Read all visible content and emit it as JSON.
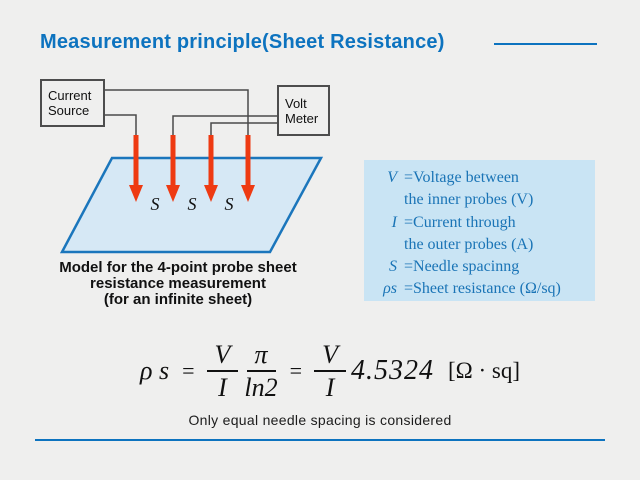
{
  "title": "Measurement principle(Sheet Resistance)",
  "diagram": {
    "current_source_line1": "Current",
    "current_source_line2": "Source",
    "volt_meter_line1": "Volt",
    "volt_meter_line2": "Meter",
    "s_labels": [
      "S",
      "S",
      "S"
    ],
    "caption_line1": "Model for the 4-point probe sheet",
    "caption_line2": "resistance measurement",
    "caption_line3": "(for an infinite sheet)"
  },
  "legend": {
    "rows": [
      {
        "sym": "V",
        "text": "=Voltage between"
      },
      {
        "sym": "",
        "text": "the inner probes  (V)"
      },
      {
        "sym": "I",
        "text": "=Current through"
      },
      {
        "sym": "",
        "text": "the outer  probes  (A)"
      },
      {
        "sym": "S",
        "text": "=Needle spacinng"
      },
      {
        "sym": "ρs",
        "text": "=Sheet resistance  (Ω/sq)"
      }
    ]
  },
  "formula": {
    "lhs": "ρ s",
    "eq1": "=",
    "frac1_num": "V",
    "frac1_den": "I",
    "frac2_num": "π",
    "frac2_den": "ln2",
    "eq2": "=",
    "frac3_num": "V",
    "frac3_den": "I",
    "constant": "4.5324",
    "unit": "[Ω · sq]"
  },
  "footer_note": "Only equal needle spacing is considered",
  "colors": {
    "background": "#efefee",
    "accent_blue": "#0d73bf",
    "legend_background": "#c9e4f4",
    "legend_text": "#1a74b6",
    "sheet_fill": "#d6e8f5",
    "sheet_stroke": "#1b76bc",
    "arrow_red": "#ee3a12",
    "wire_gray": "#4a4a4a"
  }
}
